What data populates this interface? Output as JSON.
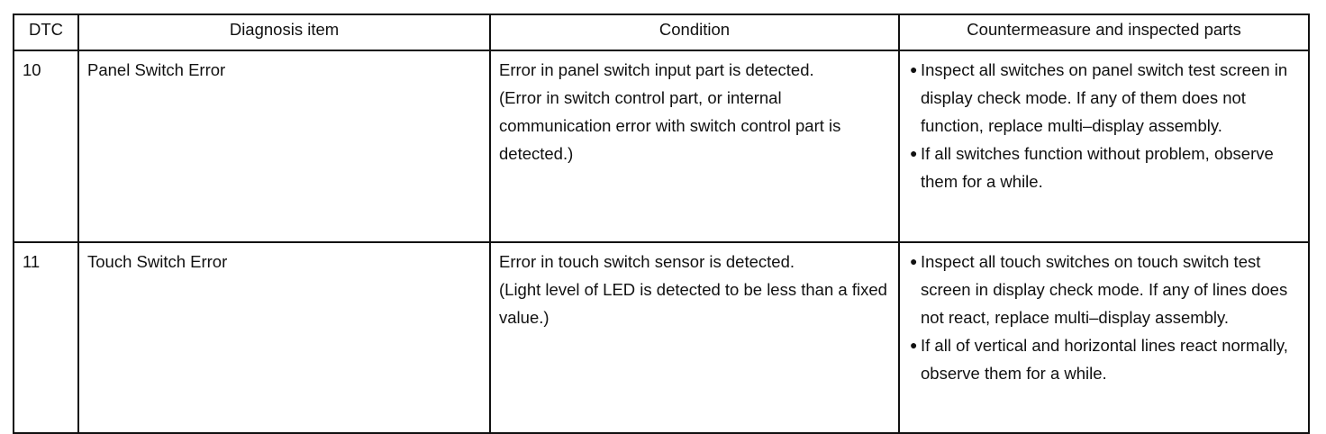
{
  "table": {
    "headers": {
      "dtc": "DTC",
      "diagnosis": "Diagnosis item",
      "condition": "Condition",
      "countermeasure": "Countermeasure and inspected parts"
    },
    "rows": [
      {
        "dtc": "10",
        "diagnosis": "Panel Switch Error",
        "condition": [
          "Error in panel switch input part is detected.",
          "(Error in switch control part, or internal communication error with switch control part is detected.)"
        ],
        "countermeasure": [
          "Inspect all switches on panel switch test screen in display check mode. If any of them does not function, replace multi–display assembly.",
          "If all switches function without problem, observe them for a while."
        ]
      },
      {
        "dtc": "11",
        "diagnosis": "Touch Switch Error",
        "condition": [
          "Error in touch switch sensor is detected.",
          "(Light level of LED is detected to be less than a fixed value.)"
        ],
        "countermeasure": [
          "Inspect all touch switches on touch switch test screen in display check mode. If any of lines does not react, replace multi–display assembly.",
          "If all of vertical and horizontal lines react normally, observe them for a while."
        ]
      }
    ]
  },
  "icons": {
    "bullet": "bullet-dot"
  }
}
